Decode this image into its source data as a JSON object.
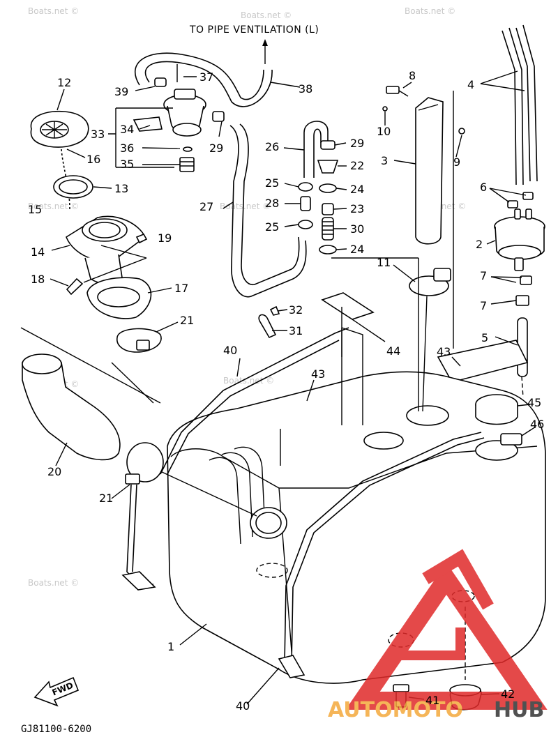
{
  "header": {
    "title": "TO PIPE VENTILATION (L)"
  },
  "footer": {
    "code": "GJ81100-6200"
  },
  "watermark": {
    "text": "Boats.net ©"
  },
  "brand": {
    "left": "AUTOMOTO",
    "right": "HUB",
    "left_color": "#f4a93b",
    "right_color": "#333333",
    "logo_color": "#e02a2a"
  },
  "badge": {
    "fwd": "FWD"
  },
  "labels": {
    "n1": "1",
    "n2": "2",
    "n3": "3",
    "n4": "4",
    "n5": "5",
    "n6": "6",
    "n7a": "7",
    "n7b": "7",
    "n8": "8",
    "n9": "9",
    "n10": "10",
    "n11": "11",
    "n12": "12",
    "n13": "13",
    "n14": "14",
    "n15": "15",
    "n16": "16",
    "n17": "17",
    "n18": "18",
    "n19": "19",
    "n20": "20",
    "n21a": "21",
    "n21b": "21",
    "n22": "22",
    "n23": "23",
    "n24a": "24",
    "n24b": "24",
    "n25a": "25",
    "n25b": "25",
    "n26": "26",
    "n27": "27",
    "n28": "28",
    "n29a": "29",
    "n29b": "29",
    "n30": "30",
    "n31": "31",
    "n32": "32",
    "n33": "33",
    "n34": "34",
    "n35": "35",
    "n36": "36",
    "n37": "37",
    "n38": "38",
    "n39": "39",
    "n40a": "40",
    "n40b": "40",
    "n41": "41",
    "n42": "42",
    "n43a": "43",
    "n43b": "43",
    "n44": "44",
    "n45": "45",
    "n46": "46"
  }
}
